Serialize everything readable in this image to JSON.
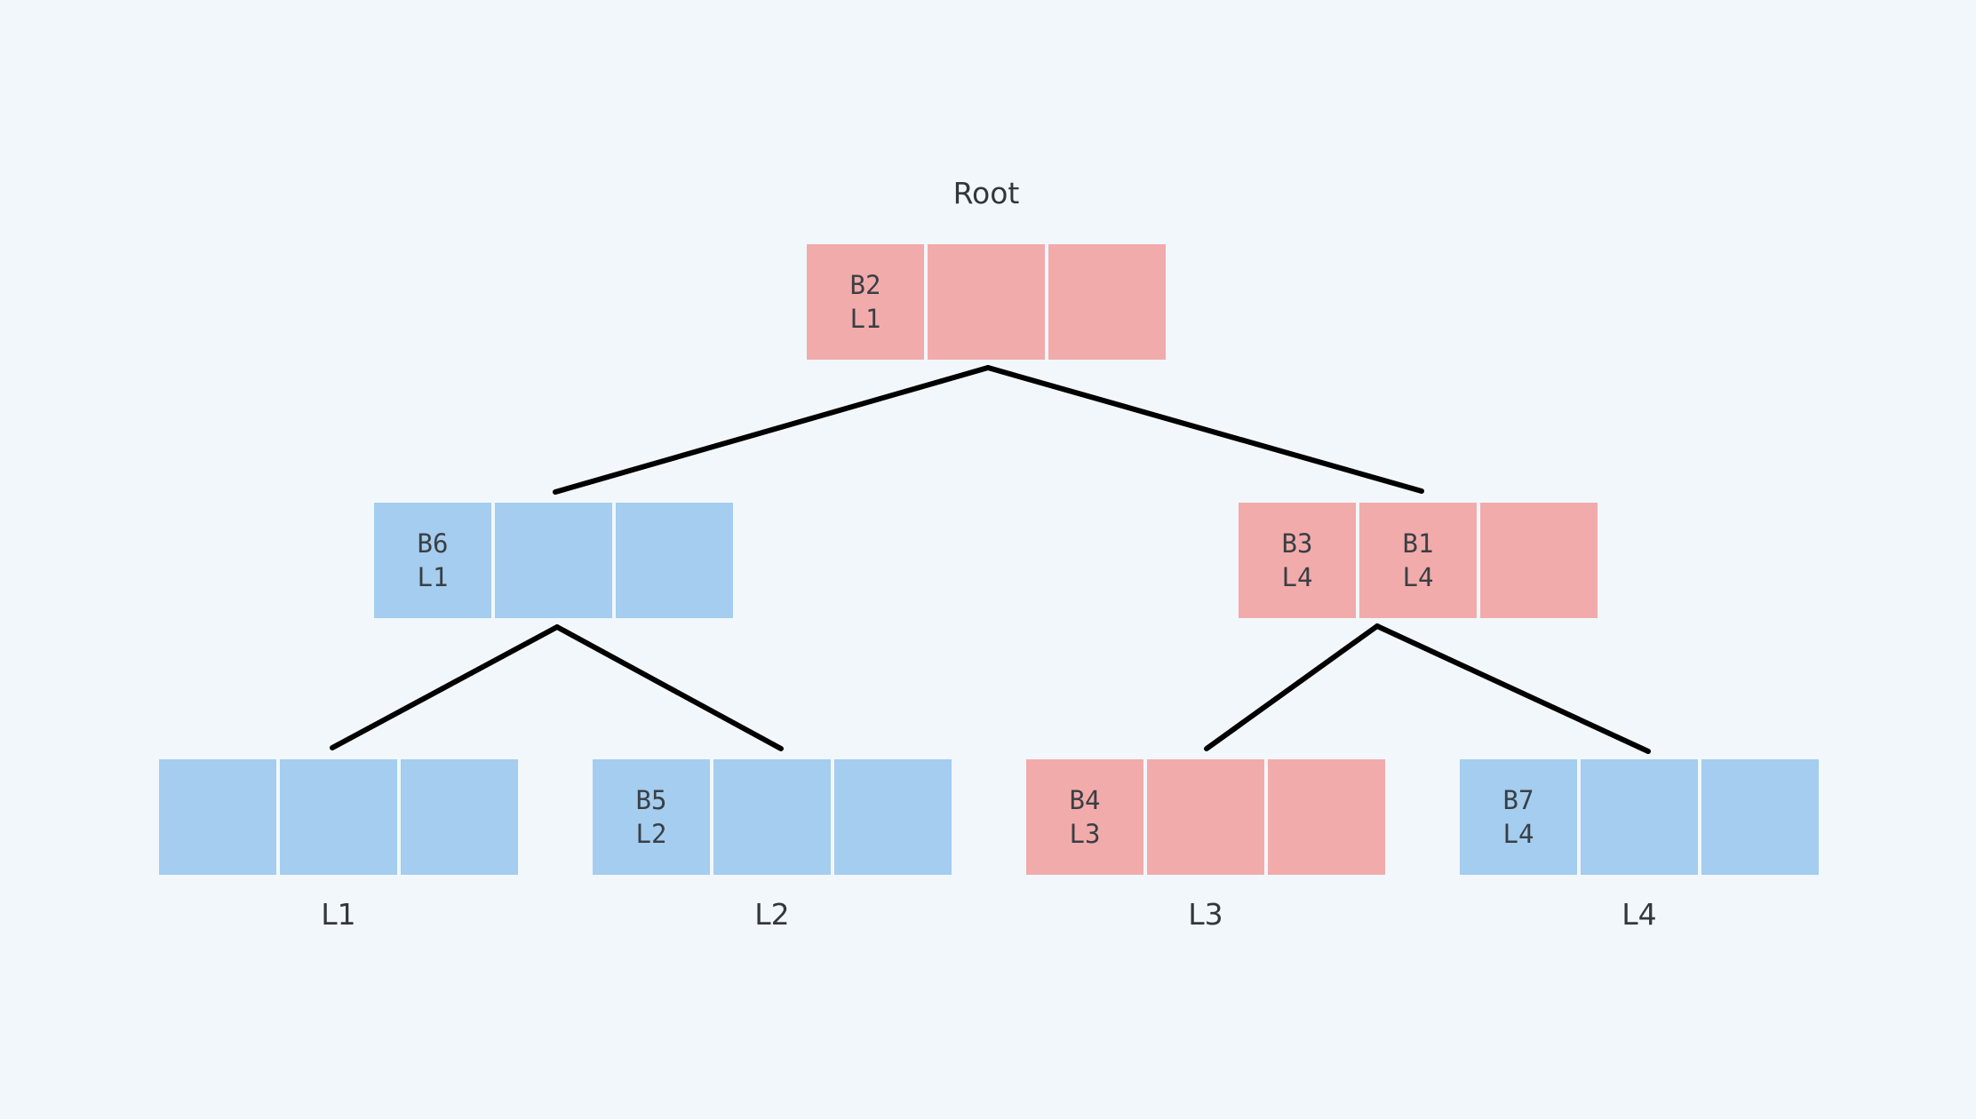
{
  "diagram": {
    "title": "Root",
    "colors": {
      "background": "#f2f7fb",
      "pink": "#f2abab",
      "blue": "#a4cdef",
      "edge": "#000000",
      "text": "#32373c"
    },
    "root": {
      "caption": "Root",
      "color": "pink",
      "cells": [
        {
          "top": "B2",
          "bottom": "L1"
        },
        {
          "top": "",
          "bottom": ""
        },
        {
          "top": "",
          "bottom": ""
        }
      ]
    },
    "internal": [
      {
        "id": "internal-left",
        "color": "blue",
        "cells": [
          {
            "top": "B6",
            "bottom": "L1"
          },
          {
            "top": "",
            "bottom": ""
          },
          {
            "top": "",
            "bottom": ""
          }
        ]
      },
      {
        "id": "internal-right",
        "color": "pink",
        "cells": [
          {
            "top": "B3",
            "bottom": "L4"
          },
          {
            "top": "B1",
            "bottom": "L4"
          },
          {
            "top": "",
            "bottom": ""
          }
        ]
      }
    ],
    "leaves": [
      {
        "id": "leaf-l1",
        "caption": "L1",
        "color": "blue",
        "cells": [
          {
            "top": "",
            "bottom": ""
          },
          {
            "top": "",
            "bottom": ""
          },
          {
            "top": "",
            "bottom": ""
          }
        ]
      },
      {
        "id": "leaf-l2",
        "caption": "L2",
        "color": "blue",
        "cells": [
          {
            "top": "B5",
            "bottom": "L2"
          },
          {
            "top": "",
            "bottom": ""
          },
          {
            "top": "",
            "bottom": ""
          }
        ]
      },
      {
        "id": "leaf-l3",
        "caption": "L3",
        "color": "pink",
        "cells": [
          {
            "top": "B4",
            "bottom": "L3"
          },
          {
            "top": "",
            "bottom": ""
          },
          {
            "top": "",
            "bottom": ""
          }
        ]
      },
      {
        "id": "leaf-l4",
        "caption": "L4",
        "color": "blue",
        "cells": [
          {
            "top": "B7",
            "bottom": "L4"
          },
          {
            "top": "",
            "bottom": ""
          },
          {
            "top": "",
            "bottom": ""
          }
        ]
      }
    ]
  }
}
